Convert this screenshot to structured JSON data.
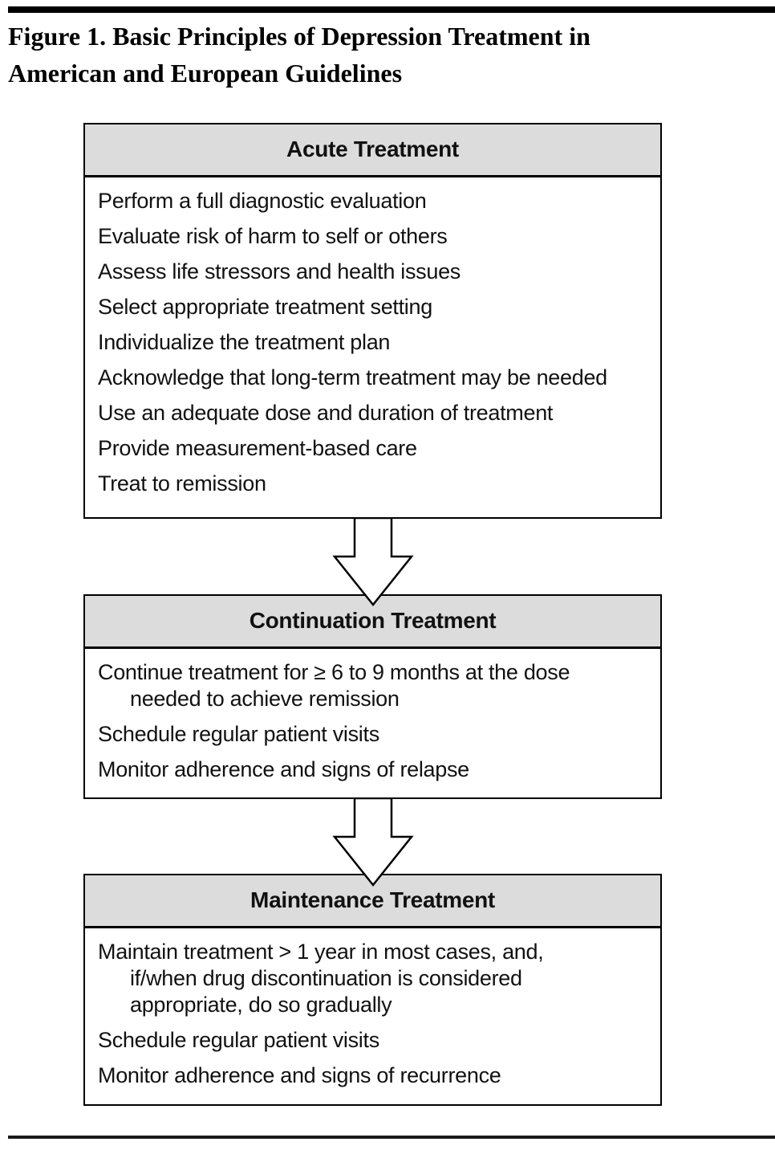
{
  "figure_title": {
    "lines": [
      "Figure 1. Basic Principles of Depression Treatment in",
      "American and European Guidelines"
    ]
  },
  "flowchart": {
    "boxes": [
      {
        "header": "Acute Treatment",
        "items": [
          [
            "Perform a full diagnostic evaluation"
          ],
          [
            "Evaluate risk of harm to self or others"
          ],
          [
            "Assess life stressors and health issues"
          ],
          [
            "Select appropriate treatment setting"
          ],
          [
            "Individualize the treatment plan"
          ],
          [
            "Acknowledge that long-term treatment may be needed"
          ],
          [
            "Use an adequate dose and duration of treatment"
          ],
          [
            "Provide measurement-based care"
          ],
          [
            "Treat to remission"
          ]
        ]
      },
      {
        "header": "Continuation Treatment",
        "items": [
          [
            "Continue treatment for ≥ 6 to 9 months at the dose",
            "needed to achieve remission"
          ],
          [
            "Schedule regular patient visits"
          ],
          [
            "Monitor adherence and signs of relapse"
          ]
        ]
      },
      {
        "header": "Maintenance Treatment",
        "items": [
          [
            "Maintain treatment > 1 year in most cases, and,",
            "if/when drug discontinuation is considered",
            "appropriate, do so gradually"
          ],
          [
            "Schedule regular patient visits"
          ],
          [
            "Monitor adherence and signs of recurrence"
          ]
        ]
      }
    ]
  },
  "colors": {
    "header_fill": "#dcdcdc",
    "border": "#000000",
    "arrow_fill": "#ffffff",
    "rule": "#1a1a1a"
  }
}
